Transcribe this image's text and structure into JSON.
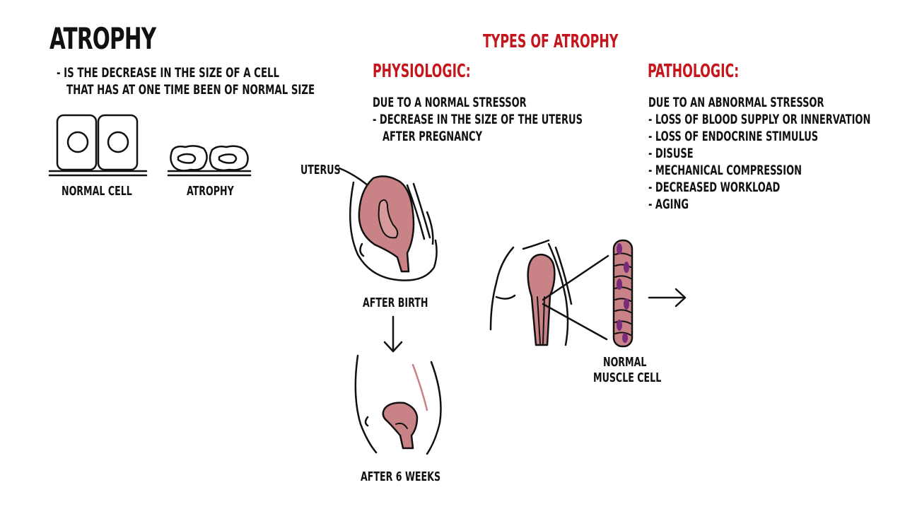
{
  "title": "ATROPHY",
  "definition": {
    "line1": "- IS THE DECREASE IN THE SIZE OF A CELL",
    "line2": "THAT HAS AT ONE TIME BEEN OF NORMAL SIZE"
  },
  "cells": {
    "normal_label": "NORMAL CELL",
    "atrophy_label": "ATROPHY"
  },
  "types_heading": "TYPES OF ATROPHY",
  "physiologic": {
    "heading": "PHYSIOLOGIC:",
    "cause": "DUE TO A NORMAL STRESSOR",
    "example_line1": "- DECREASE IN THE SIZE OF THE UTERUS",
    "example_line2": "AFTER PREGNANCY",
    "uterus_label": "UTERUS",
    "after_birth_label": "AFTER BIRTH",
    "after_weeks_label": "AFTER 6 WEEKS"
  },
  "pathologic": {
    "heading": "PATHOLOGIC:",
    "cause": "DUE TO AN ABNORMAL STRESSOR",
    "items": [
      "- LOSS OF BLOOD SUPPLY OR INNERVATION",
      "- LOSS OF ENDOCRINE STIMULUS",
      "- DISUSE",
      "- MECHANICAL COMPRESSION",
      "- DECREASED WORKLOAD",
      "- AGING"
    ],
    "muscle_label_line1": "NORMAL",
    "muscle_label_line2": "MUSCLE CELL"
  },
  "colors": {
    "accent_red": "#c4161c",
    "tissue_pink": "#c98386",
    "nucleus_purple": "#7a2a7a"
  }
}
